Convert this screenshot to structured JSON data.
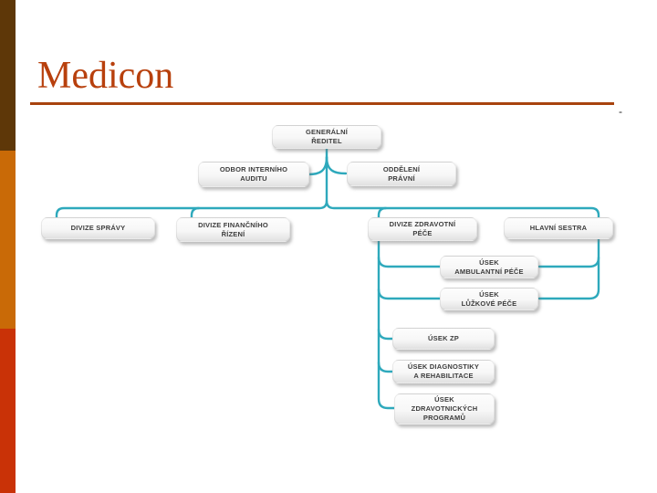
{
  "slide": {
    "title": "Medicon",
    "corner_mark": "-",
    "colors": {
      "title": "#B8400D",
      "title_rule": "#A8430E",
      "sidebar_top": "#5E3708",
      "sidebar_middle": "#C96A07",
      "sidebar_bottom": "#C93207"
    }
  },
  "org_chart": {
    "connector_color": "#2EA9BC",
    "nodes": {
      "generalni_reditel": "GENERÁLNÍ\nŘEDITEL",
      "odbor_interniho_auditu": "ODBOR INTERNÍHO\nAUDITU",
      "oddeleni_pravni": "ODDĚLENÍ\nPRÁVNÍ",
      "divize_spravy": "DIVIZE SPRÁVY",
      "divize_financniho_rizeni": "DIVIZE FINANČNÍHO\nŘÍZENÍ",
      "divize_zdravotni_pece": "DIVIZE ZDRAVOTNÍ\nPÉČE",
      "hlavni_sestra": "HLAVNÍ SESTRA",
      "usek_ambulantni_pece": "ÚSEK\nAMBULANTNÍ PÉČE",
      "usek_luzkove_pece": "ÚSEK\nLŮŽKOVÉ PÉČE",
      "usek_zp": "ÚSEK ZP",
      "usek_diagnostiky_a_rehabilitace": "ÚSEK DIAGNOSTIKY\nA REHABILITACE",
      "usek_zdravotnickych_programu": "ÚSEK\nZDRAVOTNICKÝCH\nPROGRAMŮ"
    }
  }
}
